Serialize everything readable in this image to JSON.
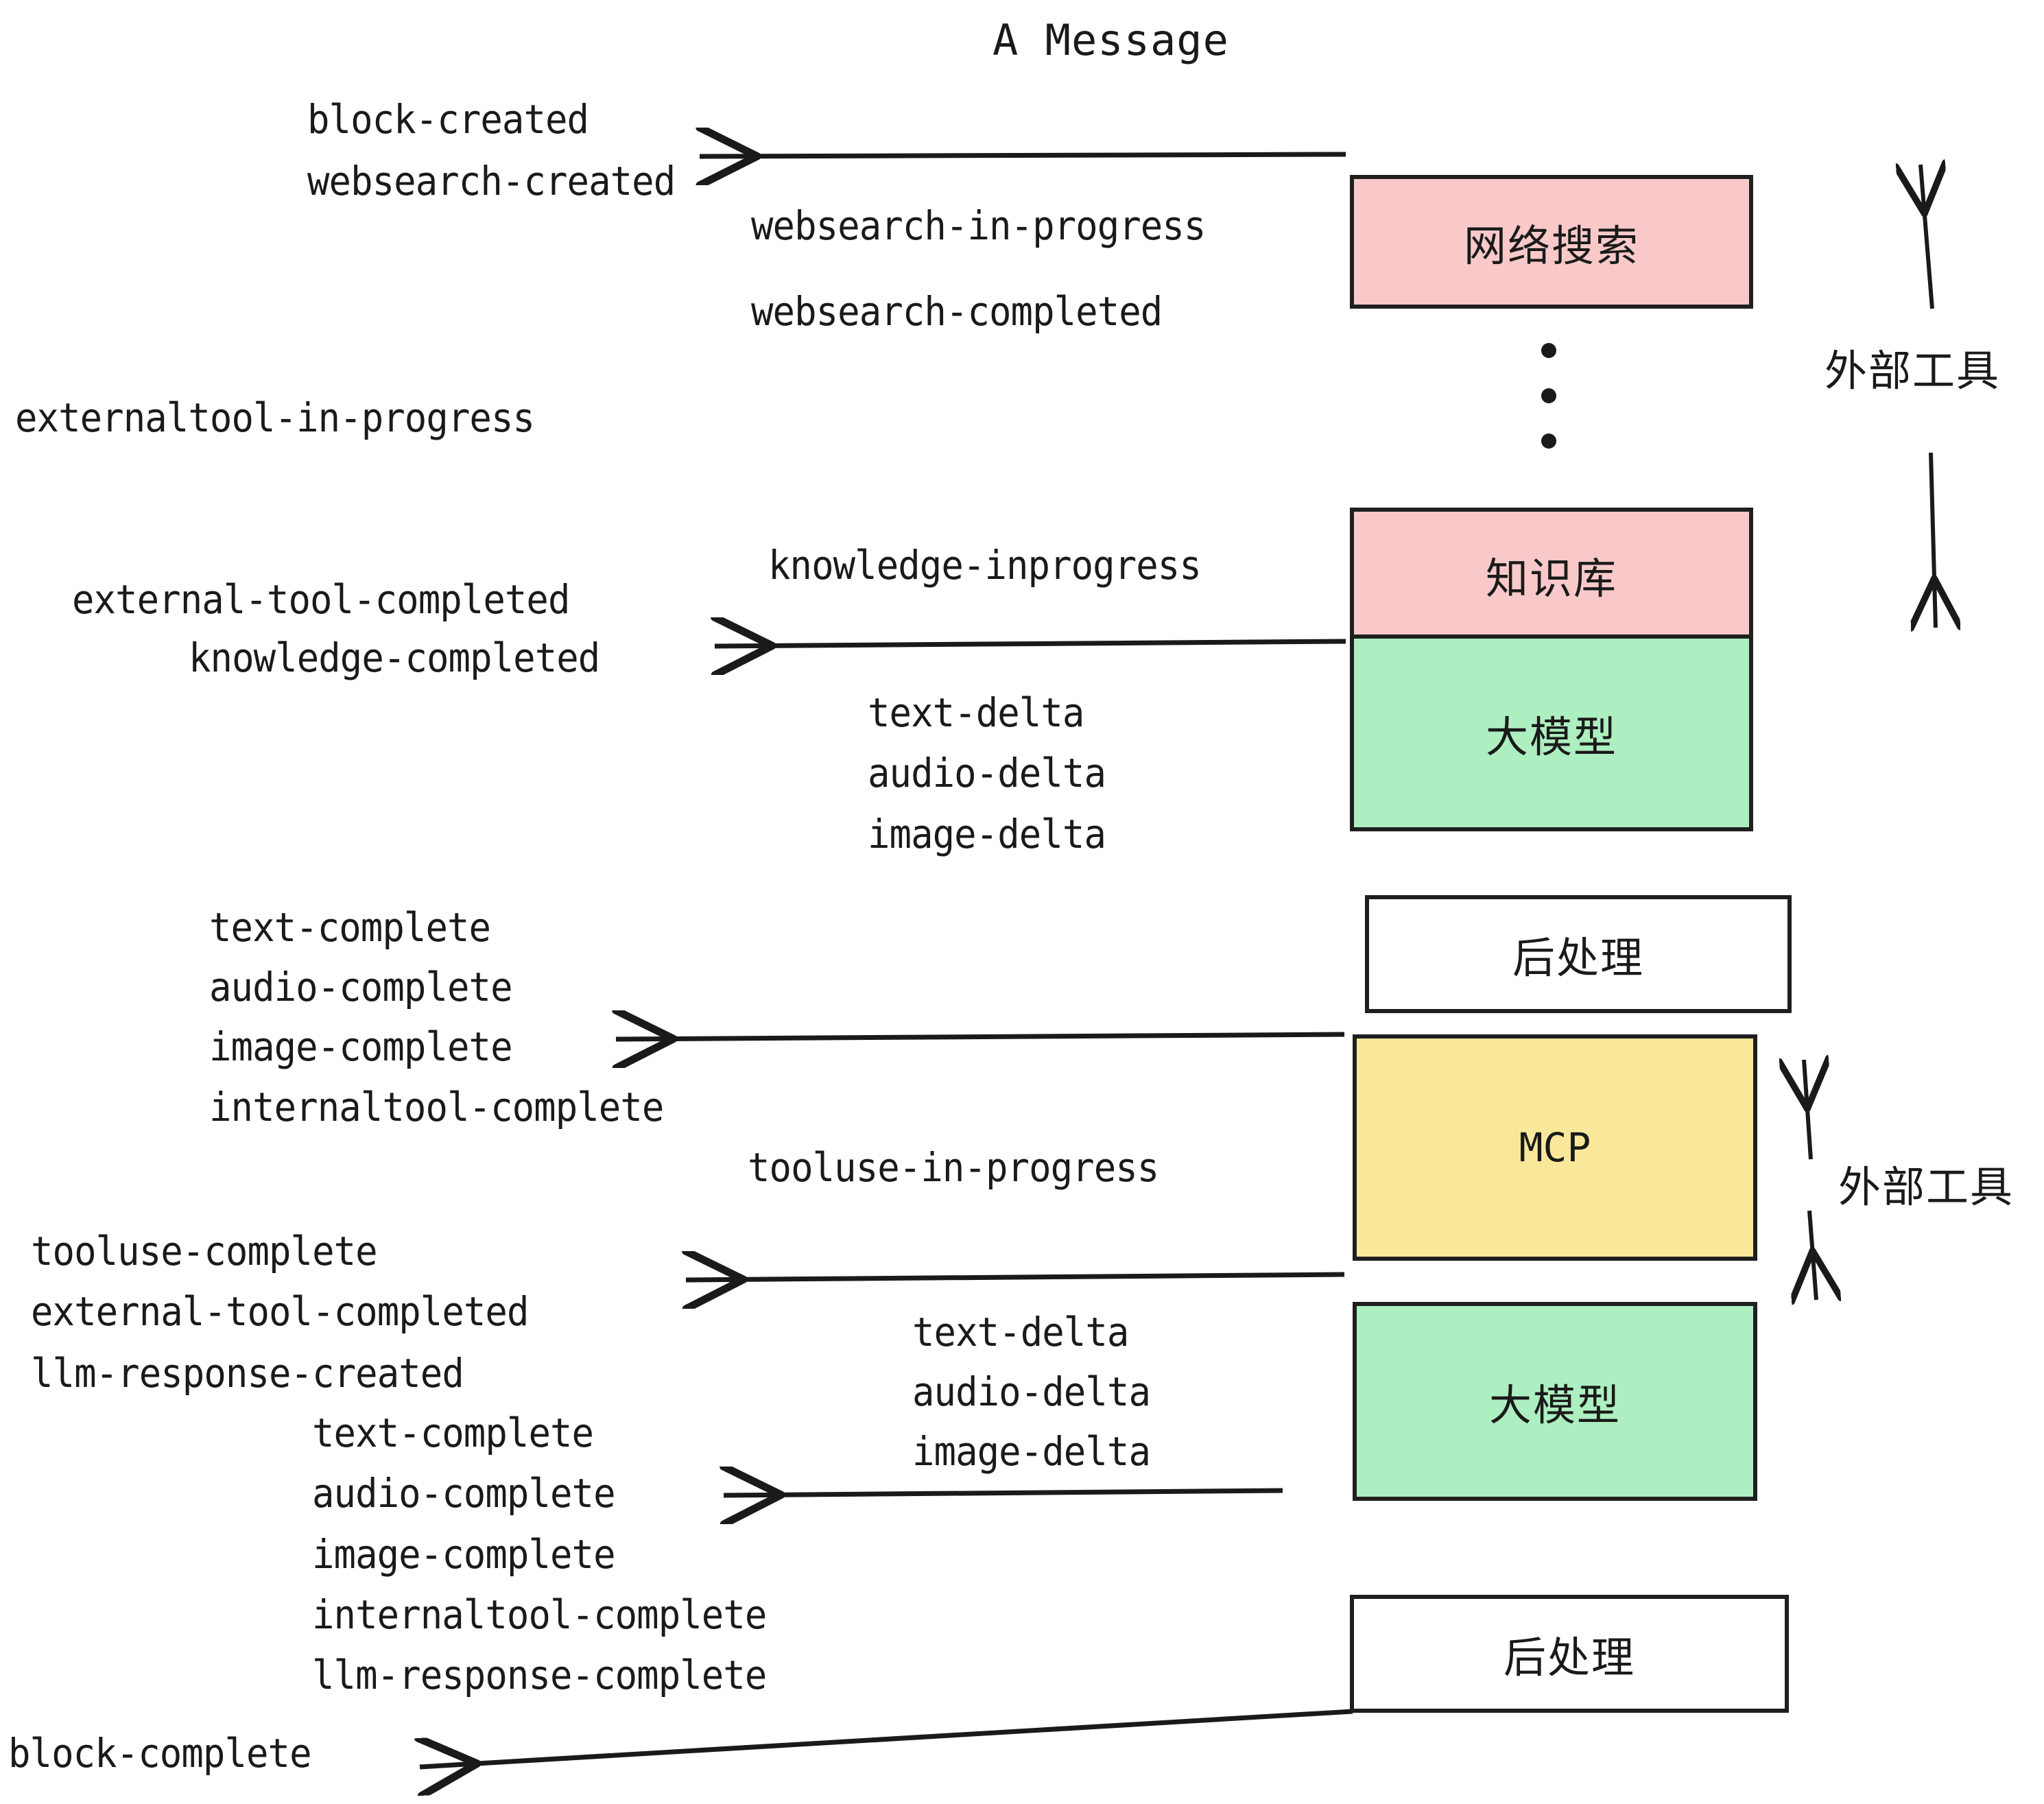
{
  "diagram": {
    "title": "A Message",
    "colors": {
      "pink": "#f9c9c9",
      "green": "#adefc0",
      "yellow": "#fae89a",
      "white": "#ffffff",
      "stroke": "#1f1f1f",
      "text": "#1a1a1a"
    },
    "nodes": [
      {
        "id": "websearch",
        "label": "网络搜索",
        "fill": "pink"
      },
      {
        "id": "knowledge",
        "label": "知识库",
        "fill": "pink"
      },
      {
        "id": "llm-1",
        "label": "大模型",
        "fill": "green"
      },
      {
        "id": "postprocess-1",
        "label": "后处理",
        "fill": "white"
      },
      {
        "id": "mcp",
        "label": "MCP",
        "fill": "yellow"
      },
      {
        "id": "llm-2",
        "label": "大模型",
        "fill": "green"
      },
      {
        "id": "postprocess-2",
        "label": "后处理",
        "fill": "white"
      }
    ],
    "side_labels": [
      {
        "id": "external-tools-top",
        "label": "外部工具"
      },
      {
        "id": "external-tools-bottom",
        "label": "外部工具"
      }
    ],
    "events": [
      {
        "id": "block-created",
        "label": "block-created"
      },
      {
        "id": "websearch-created",
        "label": "websearch-created"
      },
      {
        "id": "websearch-in-progress",
        "label": "websearch-in-progress"
      },
      {
        "id": "websearch-completed",
        "label": "websearch-completed"
      },
      {
        "id": "externaltool-in-progress",
        "label": "externaltool-in-progress"
      },
      {
        "id": "knowledge-inprogress",
        "label": "knowledge-inprogress"
      },
      {
        "id": "external-tool-completed-1",
        "label": "external-tool-completed"
      },
      {
        "id": "knowledge-completed",
        "label": "knowledge-completed"
      },
      {
        "id": "text-delta-1",
        "label": "text-delta"
      },
      {
        "id": "audio-delta-1",
        "label": "audio-delta"
      },
      {
        "id": "image-delta-1",
        "label": "image-delta"
      },
      {
        "id": "text-complete-1",
        "label": "text-complete"
      },
      {
        "id": "audio-complete-1",
        "label": "audio-complete"
      },
      {
        "id": "image-complete-1",
        "label": "image-complete"
      },
      {
        "id": "internaltool-complete-1",
        "label": "internaltool-complete"
      },
      {
        "id": "tooluse-in-progress",
        "label": "tooluse-in-progress"
      },
      {
        "id": "tooluse-complete",
        "label": "tooluse-complete"
      },
      {
        "id": "external-tool-completed-2",
        "label": "external-tool-completed"
      },
      {
        "id": "llm-response-created",
        "label": "llm-response-created"
      },
      {
        "id": "text-delta-2",
        "label": "text-delta"
      },
      {
        "id": "audio-delta-2",
        "label": "audio-delta"
      },
      {
        "id": "image-delta-2",
        "label": "image-delta"
      },
      {
        "id": "text-complete-2",
        "label": "text-complete"
      },
      {
        "id": "audio-complete-2",
        "label": "audio-complete"
      },
      {
        "id": "image-complete-2",
        "label": "image-complete"
      },
      {
        "id": "internaltool-complete-2",
        "label": "internaltool-complete"
      },
      {
        "id": "llm-response-complete",
        "label": "llm-response-complete"
      },
      {
        "id": "block-complete",
        "label": "block-complete"
      }
    ]
  }
}
